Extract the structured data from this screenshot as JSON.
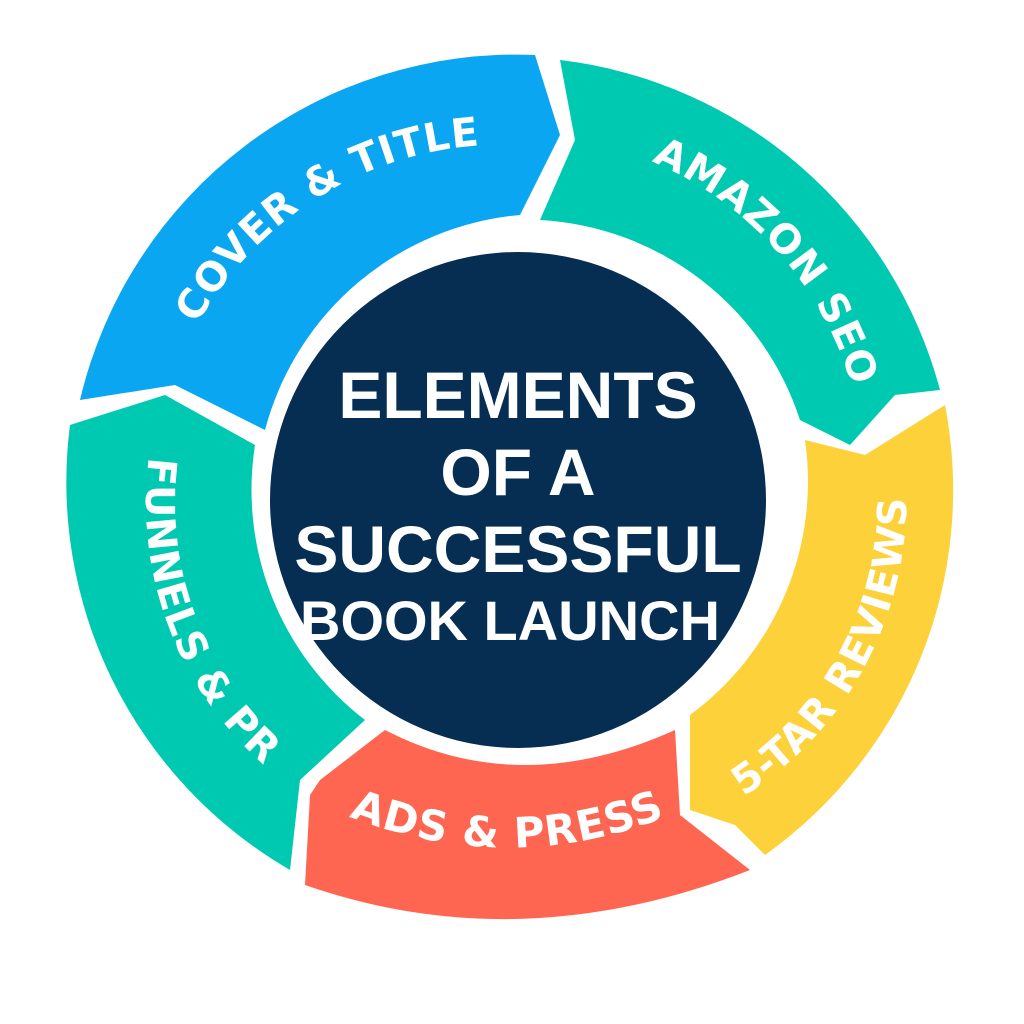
{
  "diagram": {
    "type": "cycle",
    "center": {
      "lines": [
        "ELEMENTS",
        "OF A",
        "SUCCESSFUL",
        "BOOK LAUNCH"
      ],
      "color": "#062d52"
    },
    "segments": [
      {
        "label": "COVER & TITLE",
        "color": "#0aa6f2"
      },
      {
        "label": "AMAZON SEO",
        "color": "#00c9b1"
      },
      {
        "label": "5-TAR REVIEWS",
        "color": "#fdd13a"
      },
      {
        "label": "ADS & PRESS",
        "color": "#ff6652"
      },
      {
        "label": "FUNNELS & PR",
        "color": "#00c9b1"
      }
    ],
    "background": "#ffffff"
  }
}
